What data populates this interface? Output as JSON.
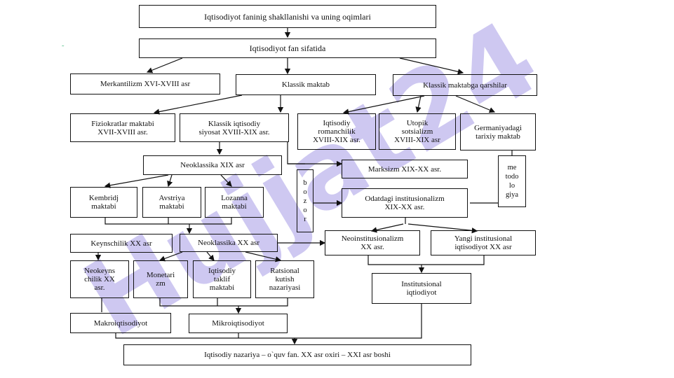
{
  "watermark_text": "Hujjat24",
  "colors": {
    "watermark": "#bdb6ec",
    "watermark_alt": "#9d9d9d",
    "line": "#111111"
  },
  "nodes": {
    "top_title": "Iqtisodiyot faninig shakllanishi va uning oqimlari",
    "iqtisodiyot_fan": "Iqtisodiyot fan sifatida",
    "merkantilizm": "Merkantilizm  XVI-XVIII asr",
    "klassik_maktab": "Klassik maktab",
    "klassik_qarshilar": "Klassik maktabga qarshilar",
    "fiziokratlar": "Fiziokratlar maktabi\nXVII-XVIII asr.",
    "klassik_siyosat": "Klassik iqtisodiy\nsiyosat XVIII-XIX asr.",
    "romanchilik": "Iqtisodiy\nromanchilik\nXVIII-XIX asr.",
    "utopik": "Utopik\nsotsializm\nXVIII-XIX asr",
    "germaniya": "Germaniyadagi\ntarixiy maktab",
    "neoklassika_19": "Neoklassika XIX asr",
    "marksizm": "Marksizm  XIX-XX asr.",
    "metodologiya": "me\ntodo\nlo\ngiya",
    "bozor": "b\no\nz\no\nr",
    "kembridj": "Kembridj\nmaktabi",
    "avstriya": "Avstriya\nmaktabi",
    "lozanna": "Lozanna\nmaktabi",
    "odatdagi_inst": "Odatdagi institusionalizm\nXIX-XX asr.",
    "keynschilik": "Keynschilik XX asr",
    "neoklassika_20": "Neoklassika XX asr",
    "neoinst": "Neoinstitusionalizm\nXX asr.",
    "yangi_inst": "Yangi institusional\niqtisodiyot XX asr",
    "neokeyns": "Neokeyns\nchilik XX\nasr.",
    "monetarizm": "Monetari\nzm",
    "taklif": "Iqtisodiy\ntaklif\nmaktabi",
    "ratsional": "Ratsional\nkutish\nnazariyasi",
    "institutsional": "Institutsional\niqtiodiyot",
    "makro": "Makroiqtisodiyot",
    "mikro": "Mikroiqtisodiyot",
    "nazariya": "Iqtisodiy nazariya – o`quv fan. XX asr oxiri – XXI asr boshi"
  }
}
